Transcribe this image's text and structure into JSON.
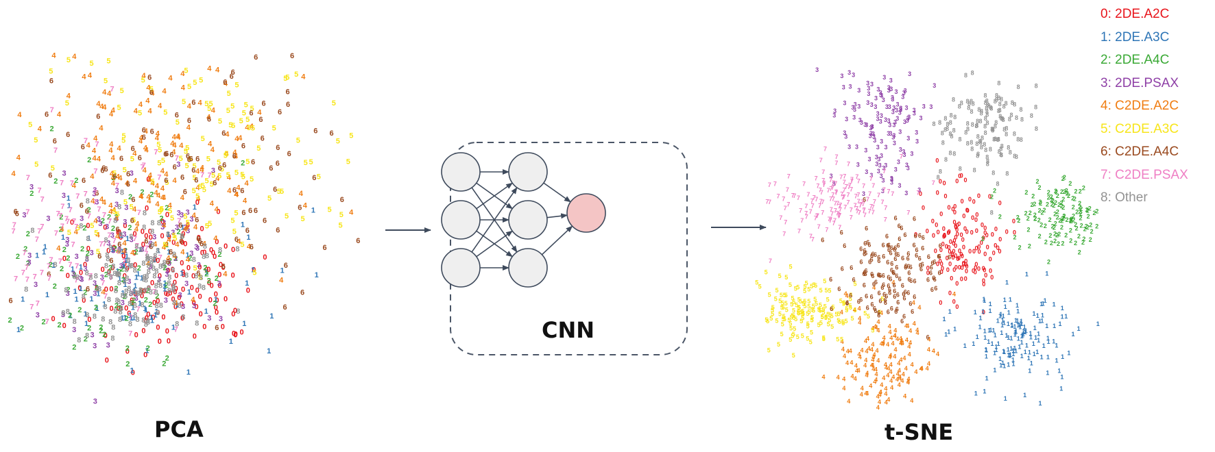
{
  "labels": {
    "pca": "PCA",
    "cnn": "CNN",
    "tsne": "t-SNE"
  },
  "legend": [
    {
      "digit": "0",
      "label": "0: 2DE.A2C",
      "color": "#e8141b"
    },
    {
      "digit": "1",
      "label": "1: 2DE.A3C",
      "color": "#2e75b6"
    },
    {
      "digit": "2",
      "label": "2: 2DE.A4C",
      "color": "#3aa935"
    },
    {
      "digit": "3",
      "label": "3: 2DE.PSAX",
      "color": "#8e3fa6"
    },
    {
      "digit": "4",
      "label": "4: C2DE.A2C",
      "color": "#f07d12"
    },
    {
      "digit": "5",
      "label": "5: C2DE.A3C",
      "color": "#f7e51a"
    },
    {
      "digit": "6",
      "label": "6: C2DE.A4C",
      "color": "#9a4a1f"
    },
    {
      "digit": "7",
      "label": "7: C2DE.PSAX",
      "color": "#ef7fc4"
    },
    {
      "digit": "8",
      "label": "8: Other",
      "color": "#939393"
    }
  ],
  "network": {
    "node_fill": "#efefef",
    "output_fill": "#f4c5c5",
    "stroke": "#3e4a5c"
  }
}
